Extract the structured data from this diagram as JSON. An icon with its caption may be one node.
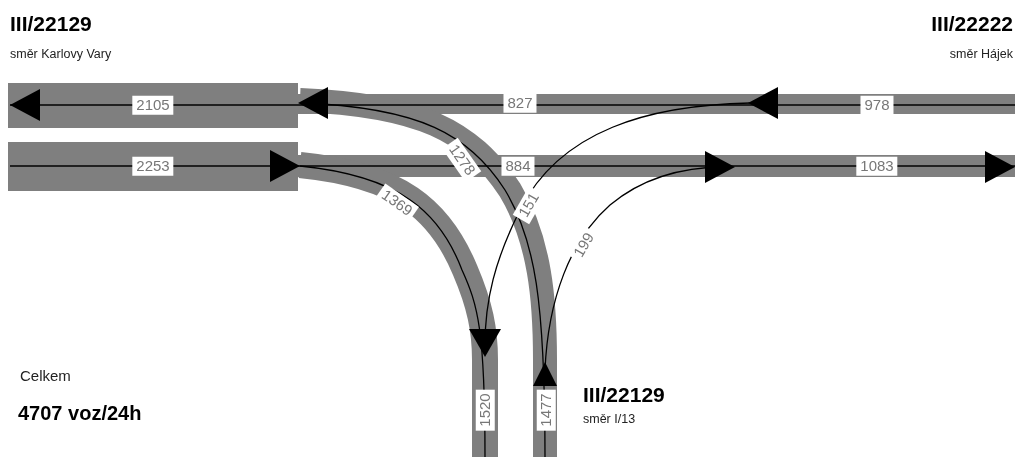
{
  "diagram": {
    "labels": [
      "III/22129",
      "směr Karlovy Vary",
      "III/22222",
      "směr Hájek",
      "2105",
      "827",
      "978",
      "2253",
      "884",
      "1083",
      "1278",
      "1369",
      "151",
      "199",
      "Celkem",
      "4707 voz/24h",
      "1520",
      "1477",
      "III/22129",
      "směr I/13"
    ]
  }
}
